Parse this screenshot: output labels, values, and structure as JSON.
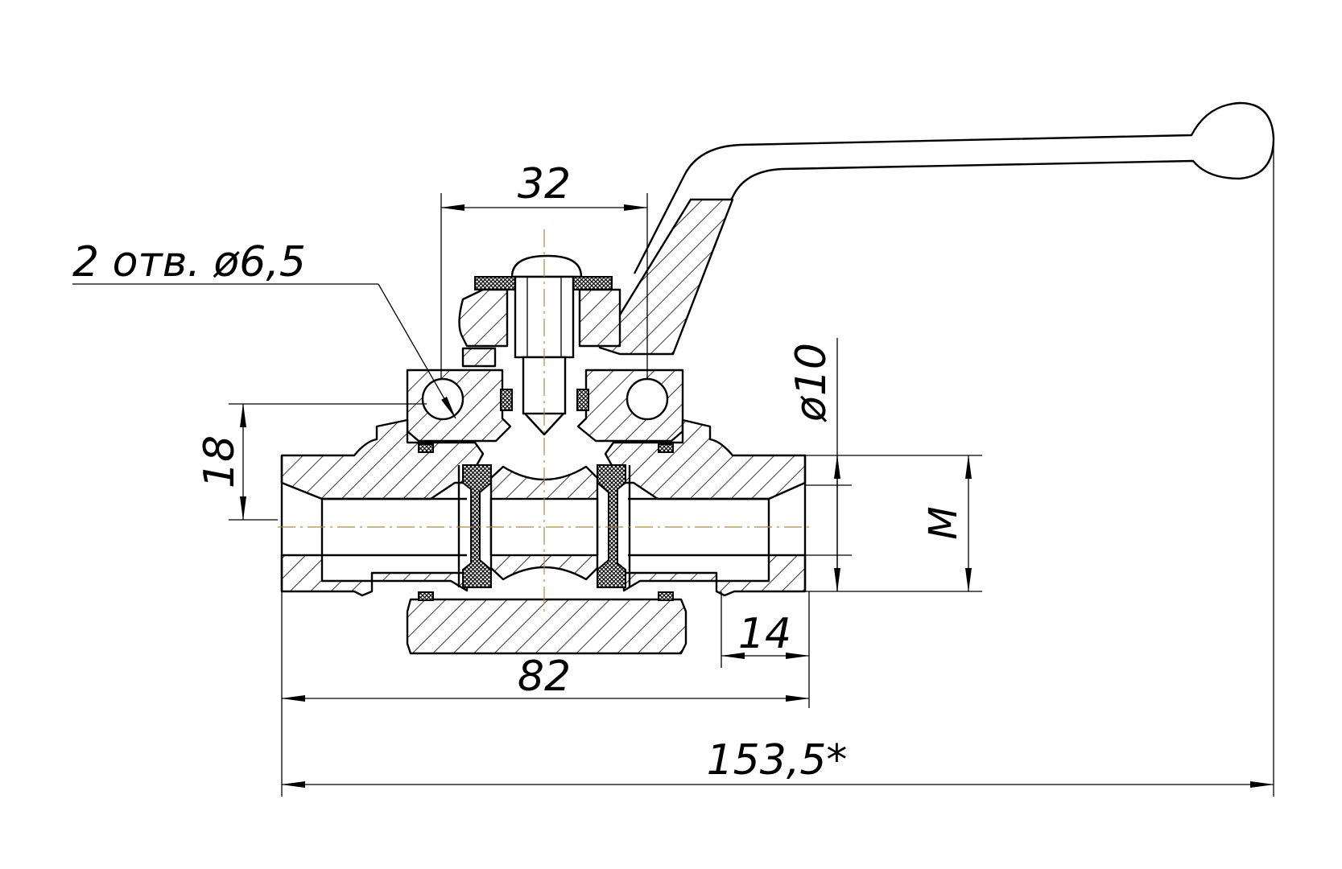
{
  "drawing": {
    "dimensions": {
      "width_32": "32",
      "holes_note": "2 отв. ø6,5",
      "height_18": "18",
      "dia_10": "ø10",
      "thread_m": "M",
      "length_14": "14",
      "length_82": "82",
      "overall_153": "153,5*"
    }
  }
}
